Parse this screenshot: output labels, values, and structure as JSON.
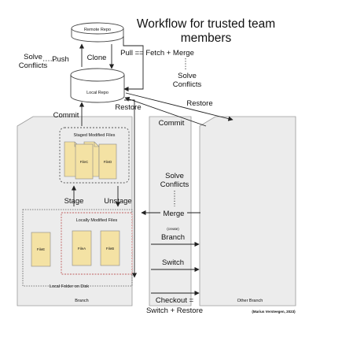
{
  "title": [
    "Workflow for trusted team",
    "members"
  ],
  "remote_repo": "Remote Repo",
  "local_repo": "Local Repo",
  "labels": {
    "solve_conflicts_left": [
      "Solve",
      "Conflicts"
    ],
    "push": "Push",
    "clone": "Clone",
    "pull": "Pull == Fetch + Merge",
    "solve_conflicts_top": [
      "Solve",
      "Conflicts"
    ],
    "restore_local": "Restore",
    "restore_other": "Restore",
    "commit_left": "Commit",
    "commit_right": "Commit",
    "solve_conflicts_mid": [
      "Solve",
      "Conflicts"
    ],
    "merge": "Merge",
    "create": "(create)",
    "branch": "Branch",
    "switch": "Switch",
    "checkout": [
      "Checkout =",
      "Switch + Restore"
    ],
    "stage": "Stage",
    "unstage": "Unstage"
  },
  "staged_box": {
    "label": "Staged Modified Files",
    "files": [
      "FileC",
      "FileD"
    ]
  },
  "modified_box": {
    "label": "Locally Modified Files",
    "files": [
      "FileA",
      "FileB"
    ]
  },
  "local_files": [
    "FileE"
  ],
  "local_folder": "Local Folder on Disk",
  "branch_label": "Branch",
  "other_branch_label": "Other Branch",
  "credit": "(Marius Versteegen, 2023)",
  "colors": {
    "panel": "#ececec",
    "file": "#f4e2a4",
    "line": "#222222",
    "dashed_red": "#c06060"
  }
}
